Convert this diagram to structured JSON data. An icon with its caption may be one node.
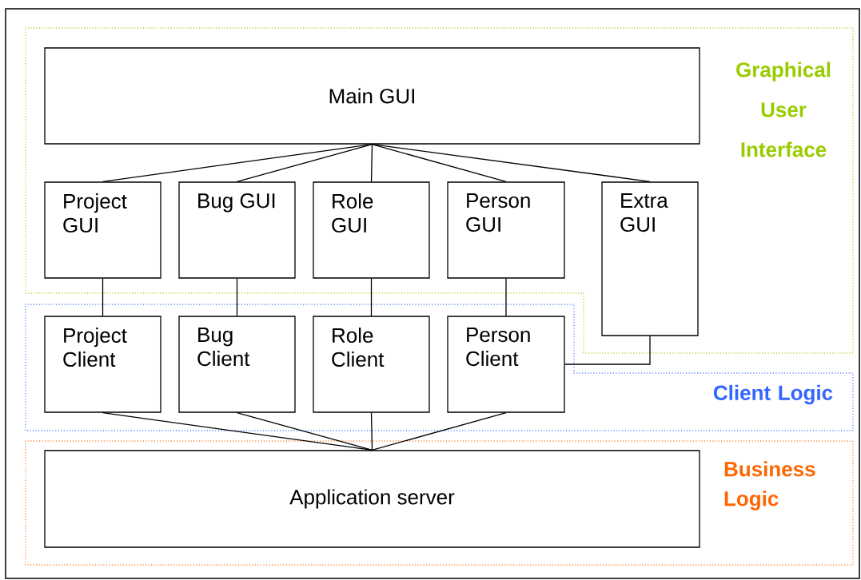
{
  "diagram": {
    "nodes": [
      {
        "text": [
          "Graphical User Interface"
        ]
      },
      {
        "text": [
          "Main GUI"
        ],
        "in": 0
      },
      {
        "text": [
          "Project GUI"
        ],
        "in": 0
      },
      {
        "text": [
          "Bug GUI"
        ],
        "in": 0
      },
      {
        "text": [
          "Role GUI"
        ],
        "in": 0
      },
      {
        "text": [
          "Person GUI"
        ],
        "in": 0
      },
      {
        "text": [
          "Extra GUI"
        ],
        "in": 0
      },
      {
        "text": [
          "Client Logic"
        ]
      },
      {
        "text": [
          "Project Client"
        ],
        "in": 7
      },
      {
        "text": [
          "Bug Client"
        ],
        "in": 7
      },
      {
        "text": [
          "Role Client"
        ],
        "in": 7
      },
      {
        "text": [
          "Person Client"
        ],
        "in": 7
      },
      {
        "text": [
          "Business Logic"
        ]
      },
      {
        "text": [
          "Application server"
        ],
        "in": 12
      }
    ],
    "edges": [
      {
        "from": 1,
        "to": 2,
        "arrow": "none"
      },
      {
        "from": 1,
        "to": 3,
        "arrow": "none"
      },
      {
        "from": 1,
        "to": 4,
        "arrow": "none"
      },
      {
        "from": 1,
        "to": 5,
        "arrow": "none"
      },
      {
        "from": 1,
        "to": 6,
        "arrow": "none"
      },
      {
        "from": 2,
        "to": 8,
        "arrow": "none"
      },
      {
        "from": 3,
        "to": 9,
        "arrow": "none"
      },
      {
        "from": 4,
        "to": 10,
        "arrow": "none"
      },
      {
        "from": 5,
        "to": 11,
        "arrow": "none"
      },
      {
        "from": 6,
        "to": 11,
        "arrow": "none"
      },
      {
        "from": 8,
        "to": 13,
        "arrow": "none"
      },
      {
        "from": 9,
        "to": 13,
        "arrow": "none"
      },
      {
        "from": 10,
        "to": 13,
        "arrow": "none"
      },
      {
        "from": 11,
        "to": 13,
        "arrow": "none"
      }
    ]
  }
}
